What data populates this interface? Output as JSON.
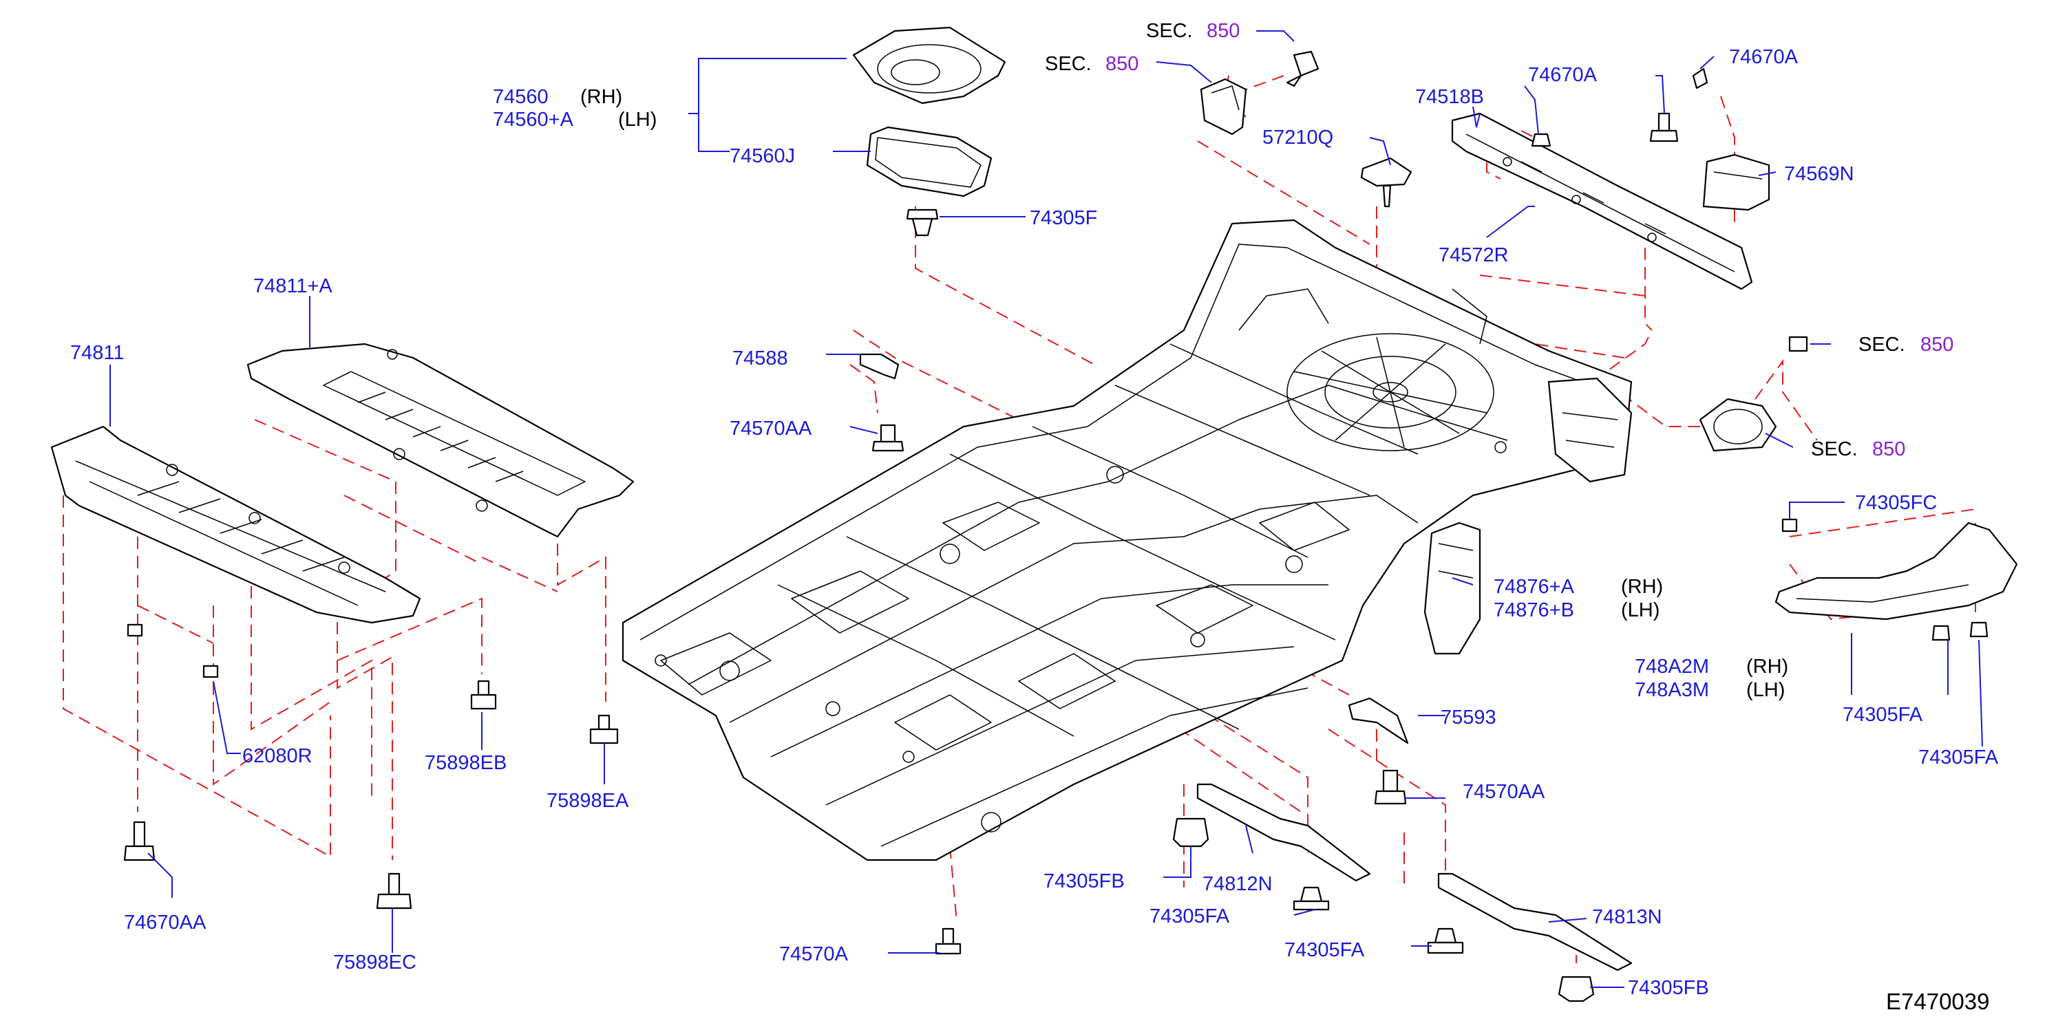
{
  "diagram": {
    "code": "E7470039",
    "rh": "(RH)",
    "lh": "(LH)",
    "sec_prefix": "SEC.",
    "sec_number": "850",
    "parts": {
      "p74560": "74560",
      "p74560A": "74560+A",
      "p74560J": "74560J",
      "p74305F": "74305F",
      "p748117A": "74811+A",
      "p74811": "74811",
      "p74588": "74588",
      "p74570AA": "74570AA",
      "p62080R": "62080R",
      "p74670AA": "74670AA",
      "p75898EC": "75898EC",
      "p75898EB": "75898EB",
      "p75898EA": "75898EA",
      "p57210Q": "57210Q",
      "p74518B": "74518B",
      "p74670A": "74670A",
      "p74569N": "74569N",
      "p74572R": "74572R",
      "p74876A": "74876+A",
      "p74876B": "74876+B",
      "p74305FC": "74305FC",
      "p748A2M": "748A2M",
      "p748A3M": "748A3M",
      "p74305FA": "74305FA",
      "p75593": "75593",
      "p74305FB": "74305FB",
      "p74812N": "74812N",
      "p74813N": "74813N",
      "p74570A": "74570A"
    }
  }
}
